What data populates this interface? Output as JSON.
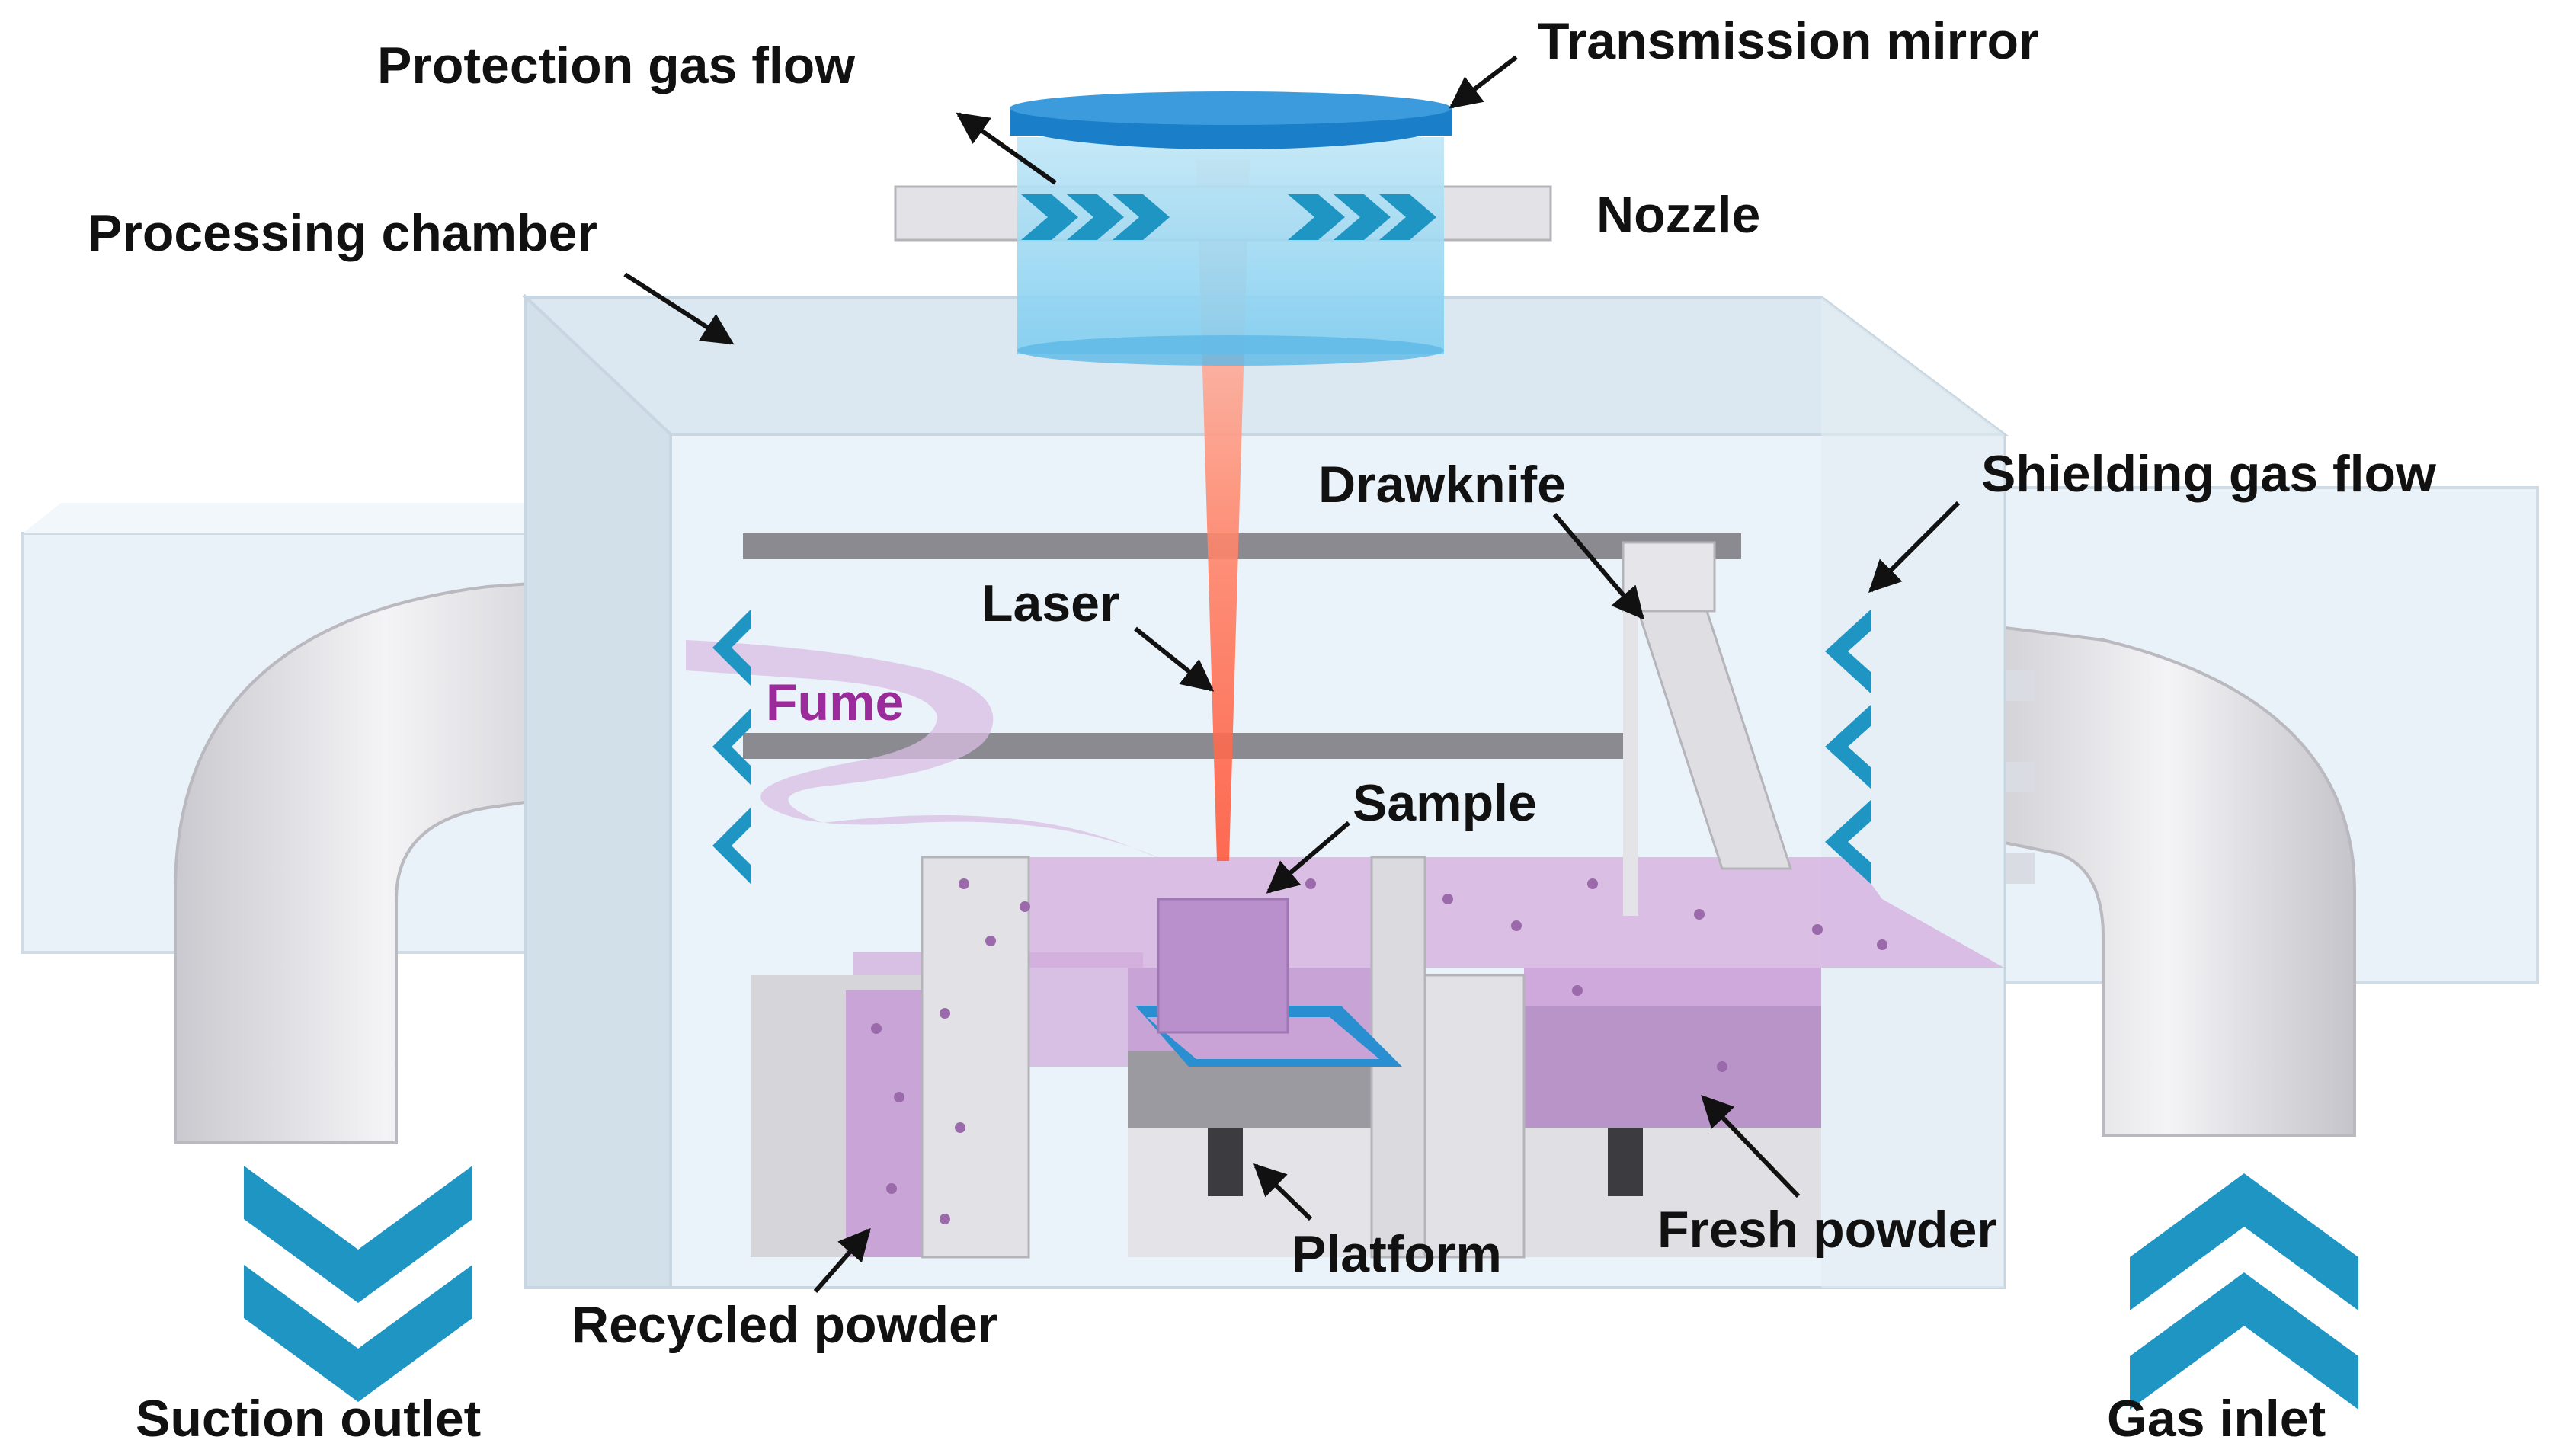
{
  "labels": {
    "protection_gas_flow": "Protection gas flow",
    "transmission_mirror": "Transmission mirror",
    "nozzle": "Nozzle",
    "processing_chamber": "Processing chamber",
    "drawknife": "Drawknife",
    "shielding_gas_flow": "Shielding gas flow",
    "laser": "Laser",
    "fume": "Fume",
    "sample": "Sample",
    "platform": "Platform",
    "fresh_powder": "Fresh powder",
    "recycled_powder": "Recycled powder",
    "suction_outlet": "Suction outlet",
    "gas_inlet": "Gas inlet"
  },
  "colors": {
    "chamber_light": "#e6f1f8",
    "chamber_edge": "#cfdce6",
    "gas_arrow": "#1f95c4",
    "mirror": "#1a7fc8",
    "laser": "#ff6a52",
    "powder": "#c9a3d9",
    "fume_text": "#9b2a9a",
    "rail": "#7d7d82",
    "pipe": "#e3e3e6"
  }
}
